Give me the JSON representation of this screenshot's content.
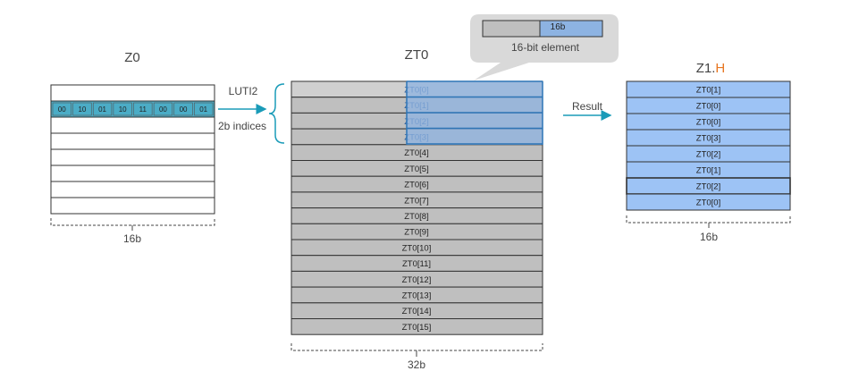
{
  "z0": {
    "title": "Z0",
    "indices": [
      "00",
      "10",
      "01",
      "10",
      "11",
      "00",
      "00",
      "01"
    ],
    "width_label": "16b"
  },
  "op": {
    "name": "LUTI2",
    "sub": "2b indices"
  },
  "zt0": {
    "title": "ZT0",
    "rows": [
      "ZT0[0]",
      "ZT0[1]",
      "ZT0[2]",
      "ZT0[3]",
      "ZT0[4]",
      "ZT0[5]",
      "ZT0[6]",
      "ZT0[7]",
      "ZT0[8]",
      "ZT0[9]",
      "ZT0[10]",
      "ZT0[11]",
      "ZT0[12]",
      "ZT0[13]",
      "ZT0[14]",
      "ZT0[15]"
    ],
    "width_label": "32b"
  },
  "callout": {
    "elem_label": "16b",
    "caption": "16-bit element"
  },
  "result": {
    "arrow_label": "Result",
    "title_main": "Z1.",
    "title_suffix": "H",
    "rows": [
      "ZT0[1]",
      "ZT0[0]",
      "ZT0[0]",
      "ZT0[3]",
      "ZT0[2]",
      "ZT0[1]",
      "ZT0[2]",
      "ZT0[0]"
    ],
    "width_label": "16b"
  },
  "colors": {
    "index_fill": "#4bacc6",
    "table_grey": "#bfbfbf",
    "highlight_blue": "#8db3e2",
    "result_blue": "#9dc3f5",
    "arrow_teal": "#1a9bb8",
    "accent_orange": "#e87722"
  }
}
